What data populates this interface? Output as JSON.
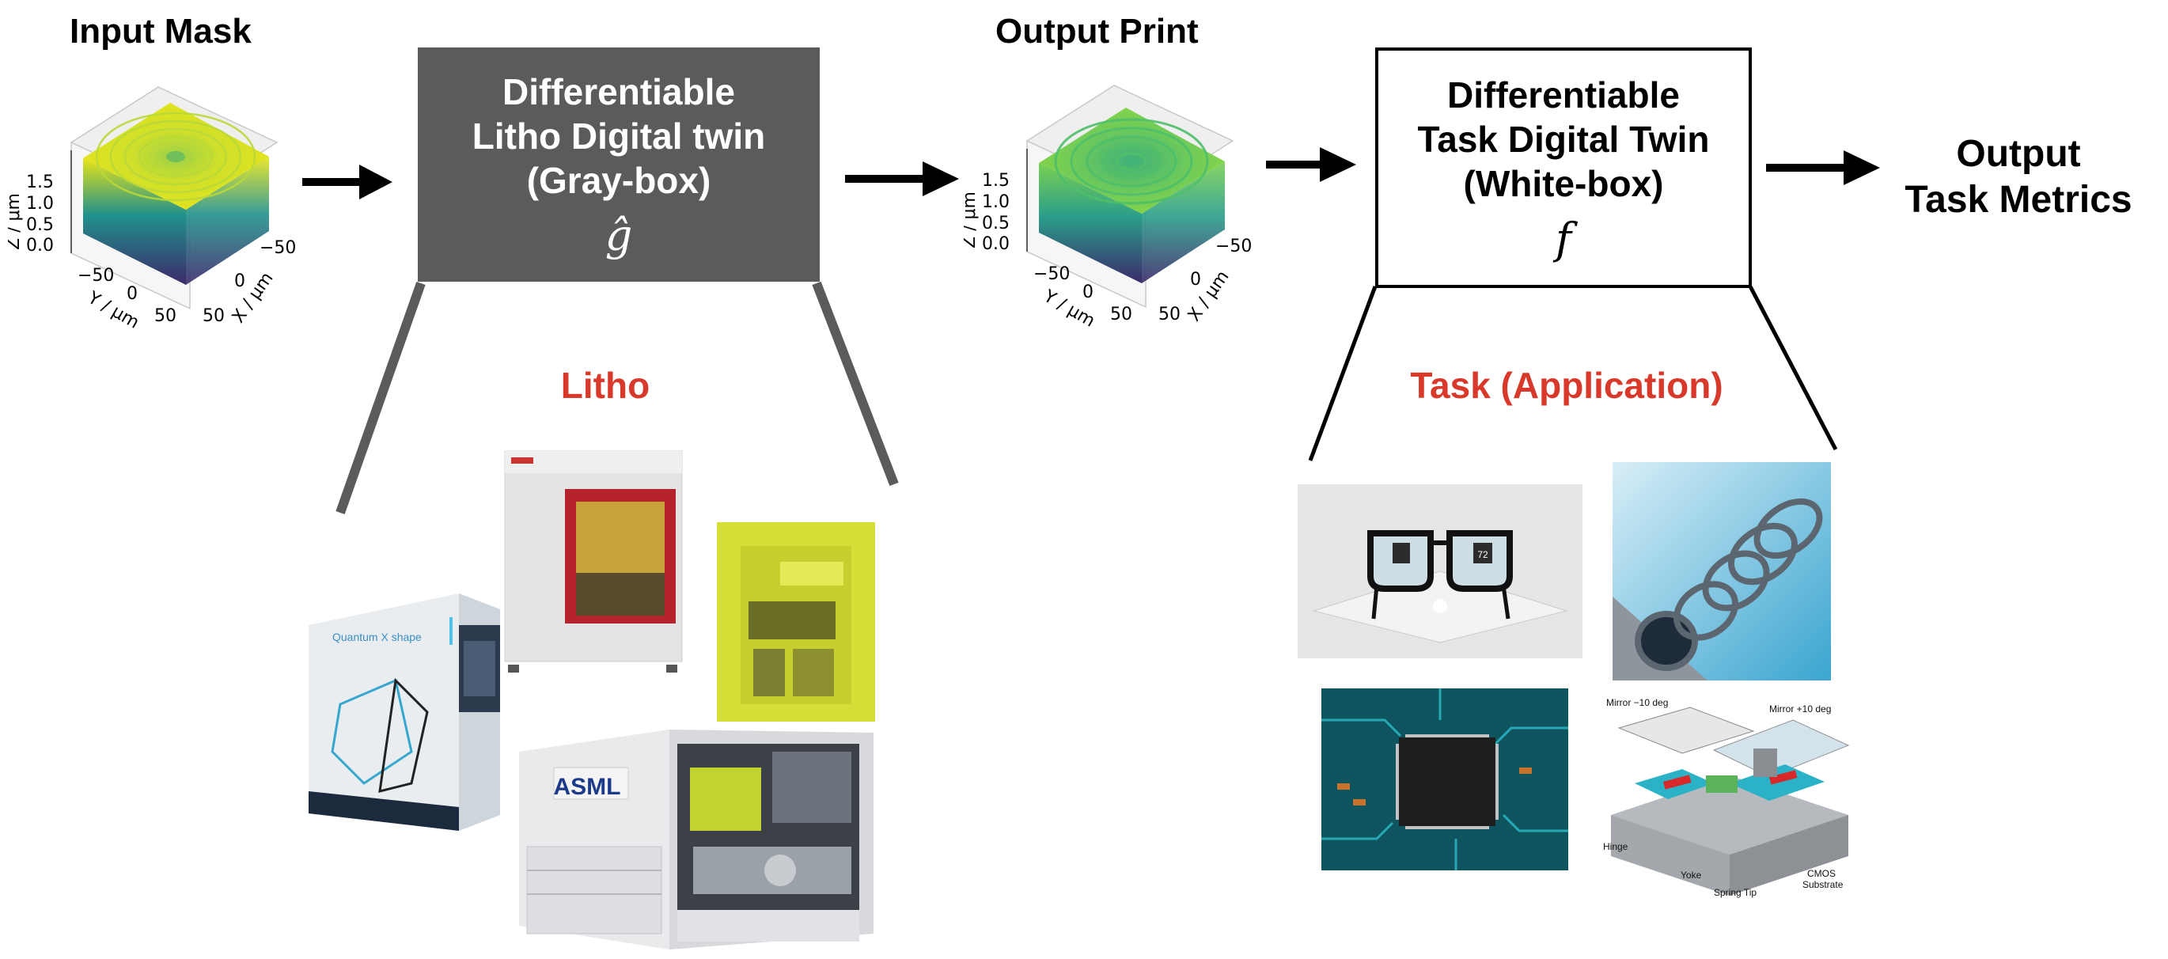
{
  "input_mask": {
    "title": "Input Mask",
    "z_axis_label": "Z / μm",
    "z_ticks": [
      "0.0",
      "0.5",
      "1.0",
      "1.5"
    ],
    "y_axis_label": "Y / μm",
    "y_ticks": [
      "−50",
      "0",
      "50"
    ],
    "x_axis_label": "X / μm",
    "x_ticks": [
      "−50",
      "0",
      "50"
    ]
  },
  "litho_box": {
    "line1": "Differentiable",
    "line2": "Litho Digital twin",
    "line3": "(Gray-box)",
    "symbol": "ĝ"
  },
  "output_print": {
    "title": "Output Print",
    "z_axis_label": "Z / μm",
    "z_ticks": [
      "0.0",
      "0.5",
      "1.0",
      "1.5"
    ],
    "y_axis_label": "Y / μm",
    "y_ticks": [
      "−50",
      "0",
      "50"
    ],
    "x_axis_label": "X / μm",
    "x_ticks": [
      "−50",
      "0",
      "50"
    ]
  },
  "task_box": {
    "line1": "Differentiable",
    "line2": "Task Digital Twin",
    "line3": "(White-box)",
    "symbol": "f"
  },
  "output_metrics": {
    "line1": "Output",
    "line2": "Task Metrics"
  },
  "litho_label": "Litho",
  "task_label": "Task (Application)",
  "litho_machines": {
    "nanoscribe_text": "Quantum X shape",
    "asml_text": "ASML"
  },
  "applications": {
    "glasses_display_number": "72",
    "mems": {
      "mirror_left": "Mirror −10 deg",
      "mirror_right": "Mirror +10 deg",
      "hinge": "Hinge",
      "yoke": "Yoke",
      "spring_tip": "Spring Tip",
      "cmos": "CMOS",
      "substrate": "Substrate"
    }
  },
  "colors": {
    "gray_box": "#5b5b5b",
    "red_label": "#d9392b",
    "viridis_dark": "#3b2a6b",
    "viridis_mid": "#21918c",
    "viridis_light": "#e7e419"
  }
}
